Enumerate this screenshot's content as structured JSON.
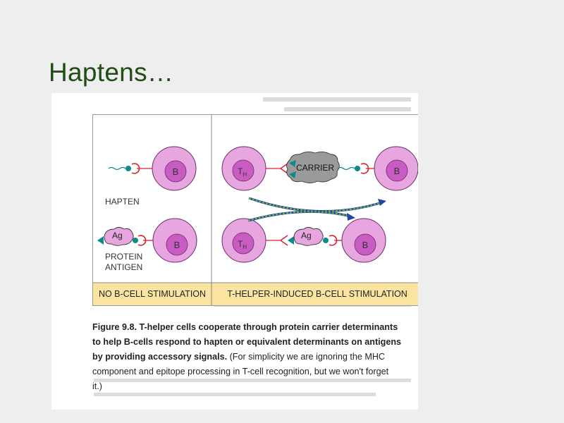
{
  "slide": {
    "title": "Haptens…"
  },
  "figure": {
    "labels": {
      "hapten": "HAPTEN",
      "protein_line1": "PROTEIN",
      "protein_line2": "ANTIGEN",
      "b_cell": "B",
      "th_cell_main": "T",
      "th_cell_sub": "H",
      "carrier": "CARRIER",
      "ag": "Ag"
    },
    "footer": {
      "left": "NO B-CELL STIMULATION",
      "right": "T-HELPER-INDUCED B-CELL STIMULATION"
    },
    "caption": {
      "line1_bold": "Figure 9.8.  T-helper cells cooperate through protein carrier determinants",
      "line2_bold": "to help B-cells respond to hapten or equivalent determinants on antigens",
      "line3_bold": "by providing accessory signals.",
      "line3_rest": " (For simplicity we are ignoring the MHC",
      "line4": "component and epitope processing in T-cell recognition, but we won't forget",
      "line5": "it.)"
    },
    "colors": {
      "cell_fill": "#e8a6e0",
      "nucleus_fill": "#c95cc2",
      "cell_stroke": "#6a2a66",
      "receptor_red": "#d9232e",
      "epitope_teal": "#0f8a8a",
      "signal_green": "#6aa629",
      "signal_blue": "#2148a0",
      "footer_bg": "#fbe3a0",
      "title_green": "#1f4d14"
    }
  }
}
